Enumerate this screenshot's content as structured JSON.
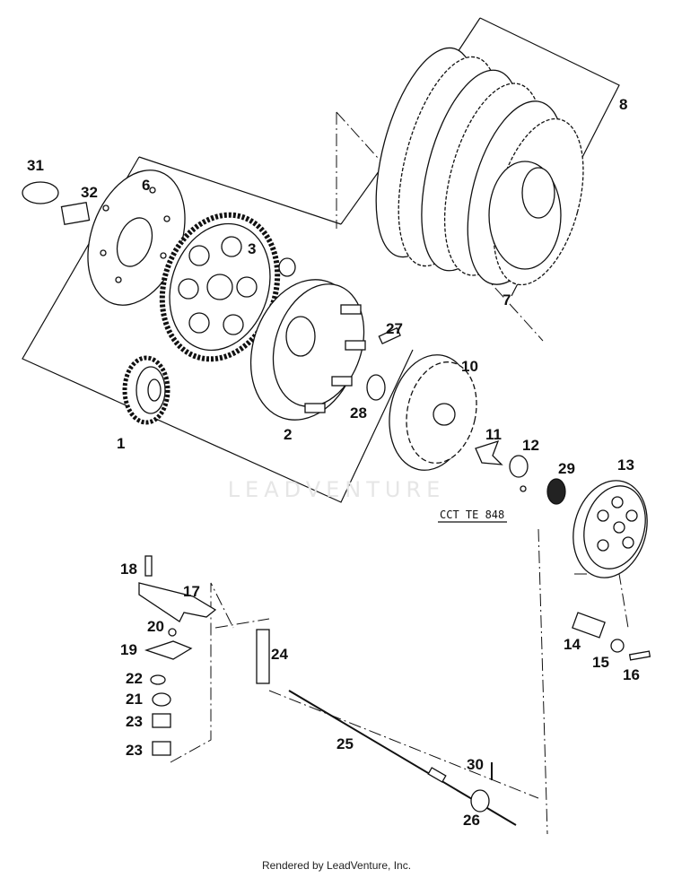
{
  "diagram": {
    "part_numbers": [
      "1",
      "2",
      "3",
      "6",
      "7",
      "8",
      "10",
      "11",
      "12",
      "13",
      "14",
      "15",
      "16",
      "17",
      "18",
      "19",
      "20",
      "21",
      "22",
      "23",
      "23",
      "24",
      "25",
      "26",
      "27",
      "28",
      "29",
      "30",
      "31",
      "32"
    ],
    "reference_note": "CCT TE 848"
  },
  "watermark": "LEADVENTURE",
  "footer": "Rendered by LeadVenture, Inc."
}
